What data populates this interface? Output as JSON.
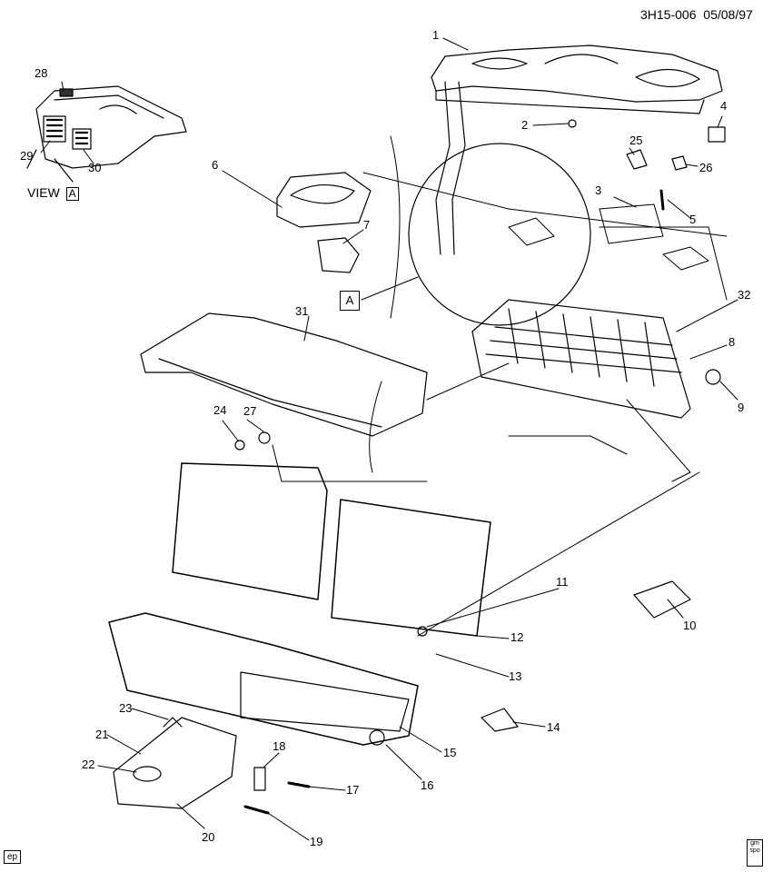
{
  "header": {
    "code": "3H15-006",
    "date": "05/08/97"
  },
  "view": {
    "prefix": "VIEW",
    "letter": "A"
  },
  "callout_marker": "A",
  "corner_label": "ep",
  "logo": {
    "line1": "gm",
    "line2": "spo"
  },
  "callouts": [
    "1",
    "2",
    "3",
    "4",
    "5",
    "6",
    "7",
    "8",
    "9",
    "10",
    "11",
    "12",
    "13",
    "14",
    "15",
    "16",
    "17",
    "18",
    "19",
    "20",
    "21",
    "22",
    "23",
    "24",
    "25",
    "26",
    "27",
    "28",
    "29",
    "30",
    "31",
    "32"
  ]
}
